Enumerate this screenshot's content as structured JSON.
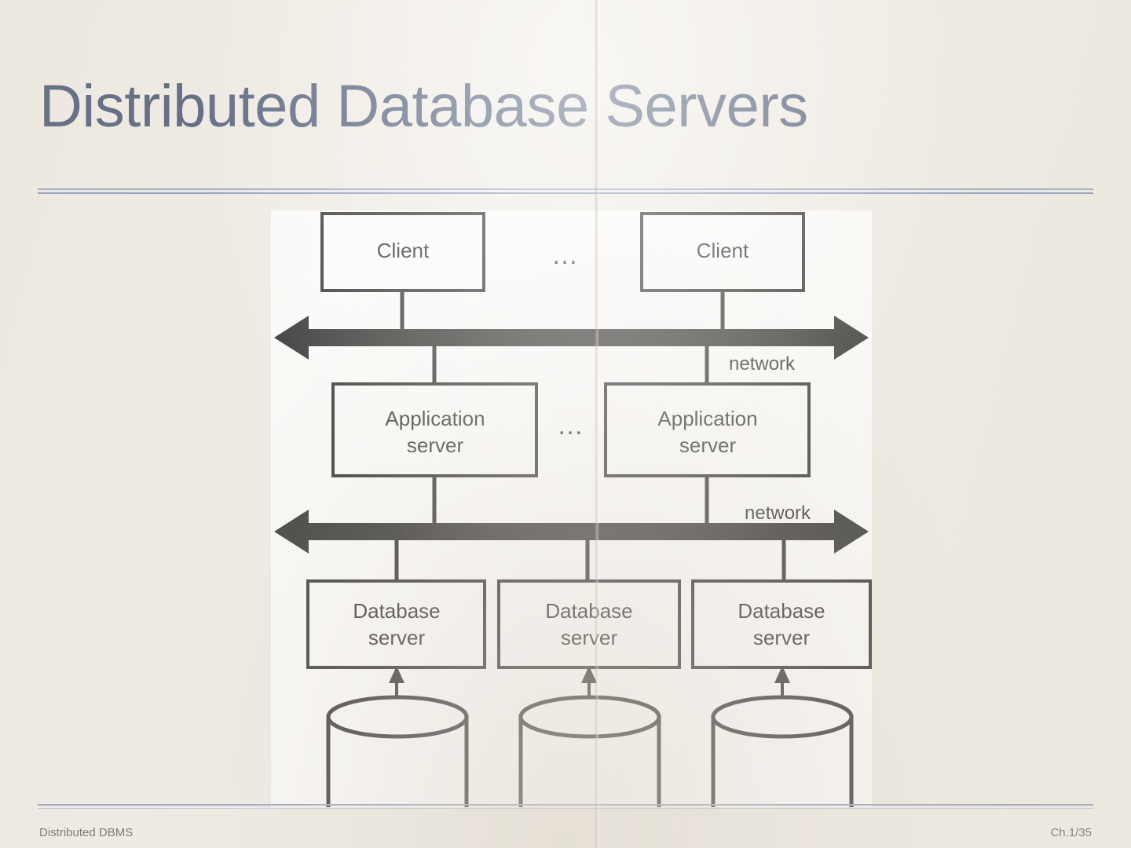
{
  "slide": {
    "title": "Distributed Database Servers",
    "title_color": "#27395c",
    "background_color": "#efebe4",
    "rule_color": "#8294b8"
  },
  "footer": {
    "left": "Distributed DBMS",
    "right": "Ch.1/35"
  },
  "diagram": {
    "clients": [
      {
        "label": "Client"
      },
      {
        "label": "Client"
      }
    ],
    "client_ellipsis": "…",
    "app_servers": [
      {
        "line1": "Application",
        "line2": "server"
      },
      {
        "line1": "Application",
        "line2": "server"
      }
    ],
    "app_ellipsis": "…",
    "db_servers": [
      {
        "line1": "Database",
        "line2": "server"
      },
      {
        "line1": "Database",
        "line2": "server"
      },
      {
        "line1": "Database",
        "line2": "server"
      }
    ],
    "networks": [
      {
        "label": "network",
        "position": "below-upper-bus"
      },
      {
        "label": "network",
        "position": "above-lower-bus"
      }
    ],
    "disks": [
      {
        "name": "disk"
      },
      {
        "name": "disk"
      },
      {
        "name": "disk"
      }
    ]
  }
}
